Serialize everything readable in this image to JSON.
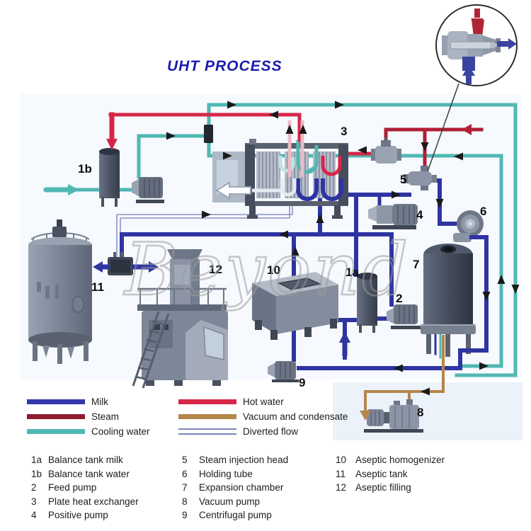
{
  "title": "UHT PROCESS",
  "watermark": "Beyond",
  "legend": {
    "left": [
      {
        "label": "Milk",
        "color": "#3238a8"
      },
      {
        "label": "Steam",
        "color": "#8e1b30"
      },
      {
        "label": "Cooling water",
        "color": "#4fb8b2"
      }
    ],
    "right": [
      {
        "label": "Hot water",
        "color": "#d62648"
      },
      {
        "label": "Vacuum and condensate",
        "color": "#b5854b"
      },
      {
        "label": "Diverted flow",
        "color": "#7b84bd",
        "style": "double-line"
      }
    ]
  },
  "equipment_key": {
    "col1": [
      {
        "num": "1a",
        "name": "Balance tank milk"
      },
      {
        "num": "1b",
        "name": "Balance tank water"
      },
      {
        "num": "2",
        "name": "Feed pump"
      },
      {
        "num": "3",
        "name": "Plate heat exchanger"
      },
      {
        "num": "4",
        "name": "Positive pump"
      }
    ],
    "col2": [
      {
        "num": "5",
        "name": "Steam injection head"
      },
      {
        "num": "6",
        "name": "Holding tube"
      },
      {
        "num": "7",
        "name": "Expansion chamber"
      },
      {
        "num": "8",
        "name": "Vacuum pump"
      },
      {
        "num": "9",
        "name": "Centrifugal pump"
      }
    ],
    "col3": [
      {
        "num": "10",
        "name": "Aseptic homogenizer"
      },
      {
        "num": "11",
        "name": "Aseptic tank"
      },
      {
        "num": "12",
        "name": "Aseptic filling"
      }
    ]
  },
  "diagram_labels": {
    "n1a": "1a",
    "n1b": "1b",
    "n2": "2",
    "n3": "3",
    "n4": "4",
    "n5": "5",
    "n6": "6",
    "n7": "7",
    "n8": "8",
    "n9": "9",
    "n10": "10",
    "n11": "11",
    "n12": "12"
  },
  "colors": {
    "title": "#1c1caa",
    "milk": "#3238a8",
    "steam": "#8e1b30",
    "cooling_water": "#4fb8b2",
    "hot_water": "#d62648",
    "vacuum_condensate": "#b5854b",
    "diverted_flow": "#7b84bd"
  }
}
